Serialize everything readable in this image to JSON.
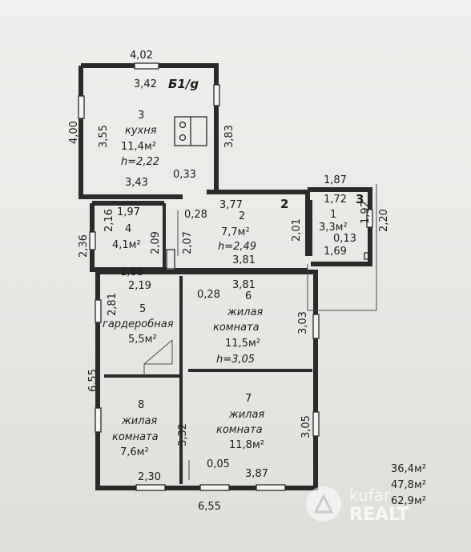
{
  "plan": {
    "code": "Б1/g",
    "outer_dims": {
      "top": "4,02",
      "left_upper": "4,00",
      "left_middle": "2,36",
      "left_lower": "6,55",
      "bottom": "6,55",
      "right_porch": "2,20",
      "porch_top": "1,87"
    },
    "rooms": [
      {
        "id": "3",
        "name": "кухня",
        "area": "11,4м²",
        "height": "h=2,22",
        "dims": {
          "top": "3,42",
          "left": "3,55",
          "right": "3,83",
          "bottom": "3,43"
        }
      },
      {
        "id": "2",
        "name": "",
        "area": "7,7м²",
        "height": "h=2,49",
        "dims": {
          "top": "3,77",
          "left": "2,07",
          "right": "2,01",
          "bottom": "3,81"
        }
      },
      {
        "id": "4",
        "name": "",
        "area": "4,1м²",
        "height": "",
        "dims": {
          "top": "1,97",
          "left": "2,16",
          "right": "2,09",
          "bottom": "1,88"
        }
      },
      {
        "id": "1",
        "name": "",
        "area": "3,3м²",
        "height": "",
        "dims": {
          "top": "1,72",
          "right": "1,92",
          "bottom": "1,69"
        }
      },
      {
        "id": "5",
        "name": "гардеробная",
        "area": "5,5м²",
        "height": "",
        "dims": {
          "top": "2,19",
          "left": "2,81"
        }
      },
      {
        "id": "6",
        "name_line1": "жилая",
        "name_line2": "комната",
        "area": "11,5м²",
        "height": "h=3,05",
        "dims": {
          "top": "3,81",
          "right": "3,03"
        }
      },
      {
        "id": "8",
        "name_line1": "жилая",
        "name_line2": "комната",
        "area": "7,6м²",
        "height": "",
        "dims": {
          "right": "3,32",
          "bottom": "2,30"
        }
      },
      {
        "id": "7",
        "name_line1": "жилая",
        "name_line2": "комната",
        "area": "11,8м²",
        "height": "",
        "dims": {
          "right": "3,05",
          "bottom": "3,87"
        }
      }
    ],
    "wall_thickness_labels": [
      "0,33",
      "0,28",
      "0,28",
      "0,13",
      "0,05"
    ],
    "section_marks": [
      "2",
      "3"
    ],
    "totals": [
      "36,4м²",
      "47,8м²",
      "62,9м²"
    ]
  },
  "watermark": {
    "text1": "kufar",
    "text2": "REALT"
  }
}
